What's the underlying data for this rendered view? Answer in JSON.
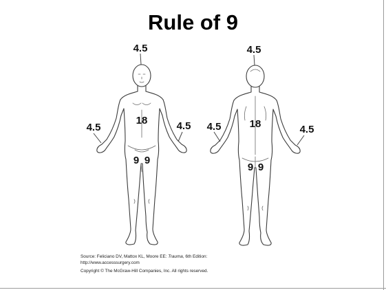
{
  "title": "Rule of 9",
  "front_labels": {
    "head": "4.5",
    "trunk": "18",
    "left_arm": "4.5",
    "right_arm": "4.5",
    "left_leg": "9",
    "right_leg": "9"
  },
  "back_labels": {
    "head": "4.5",
    "trunk": "18",
    "left_arm": "4.5",
    "right_arm": "4.5",
    "left_leg": "9",
    "right_leg": "9"
  },
  "source_line_1": "Source: Feliciano DV, Mattox KL, Moore EE: ",
  "source_italic": "Trauma",
  "source_line_1_end": ", 6th Edition:",
  "source_url": "http://www.accesssurgery.com",
  "copyright": "Copyright © The McGraw-Hill Companies, Inc. All rights reserved."
}
